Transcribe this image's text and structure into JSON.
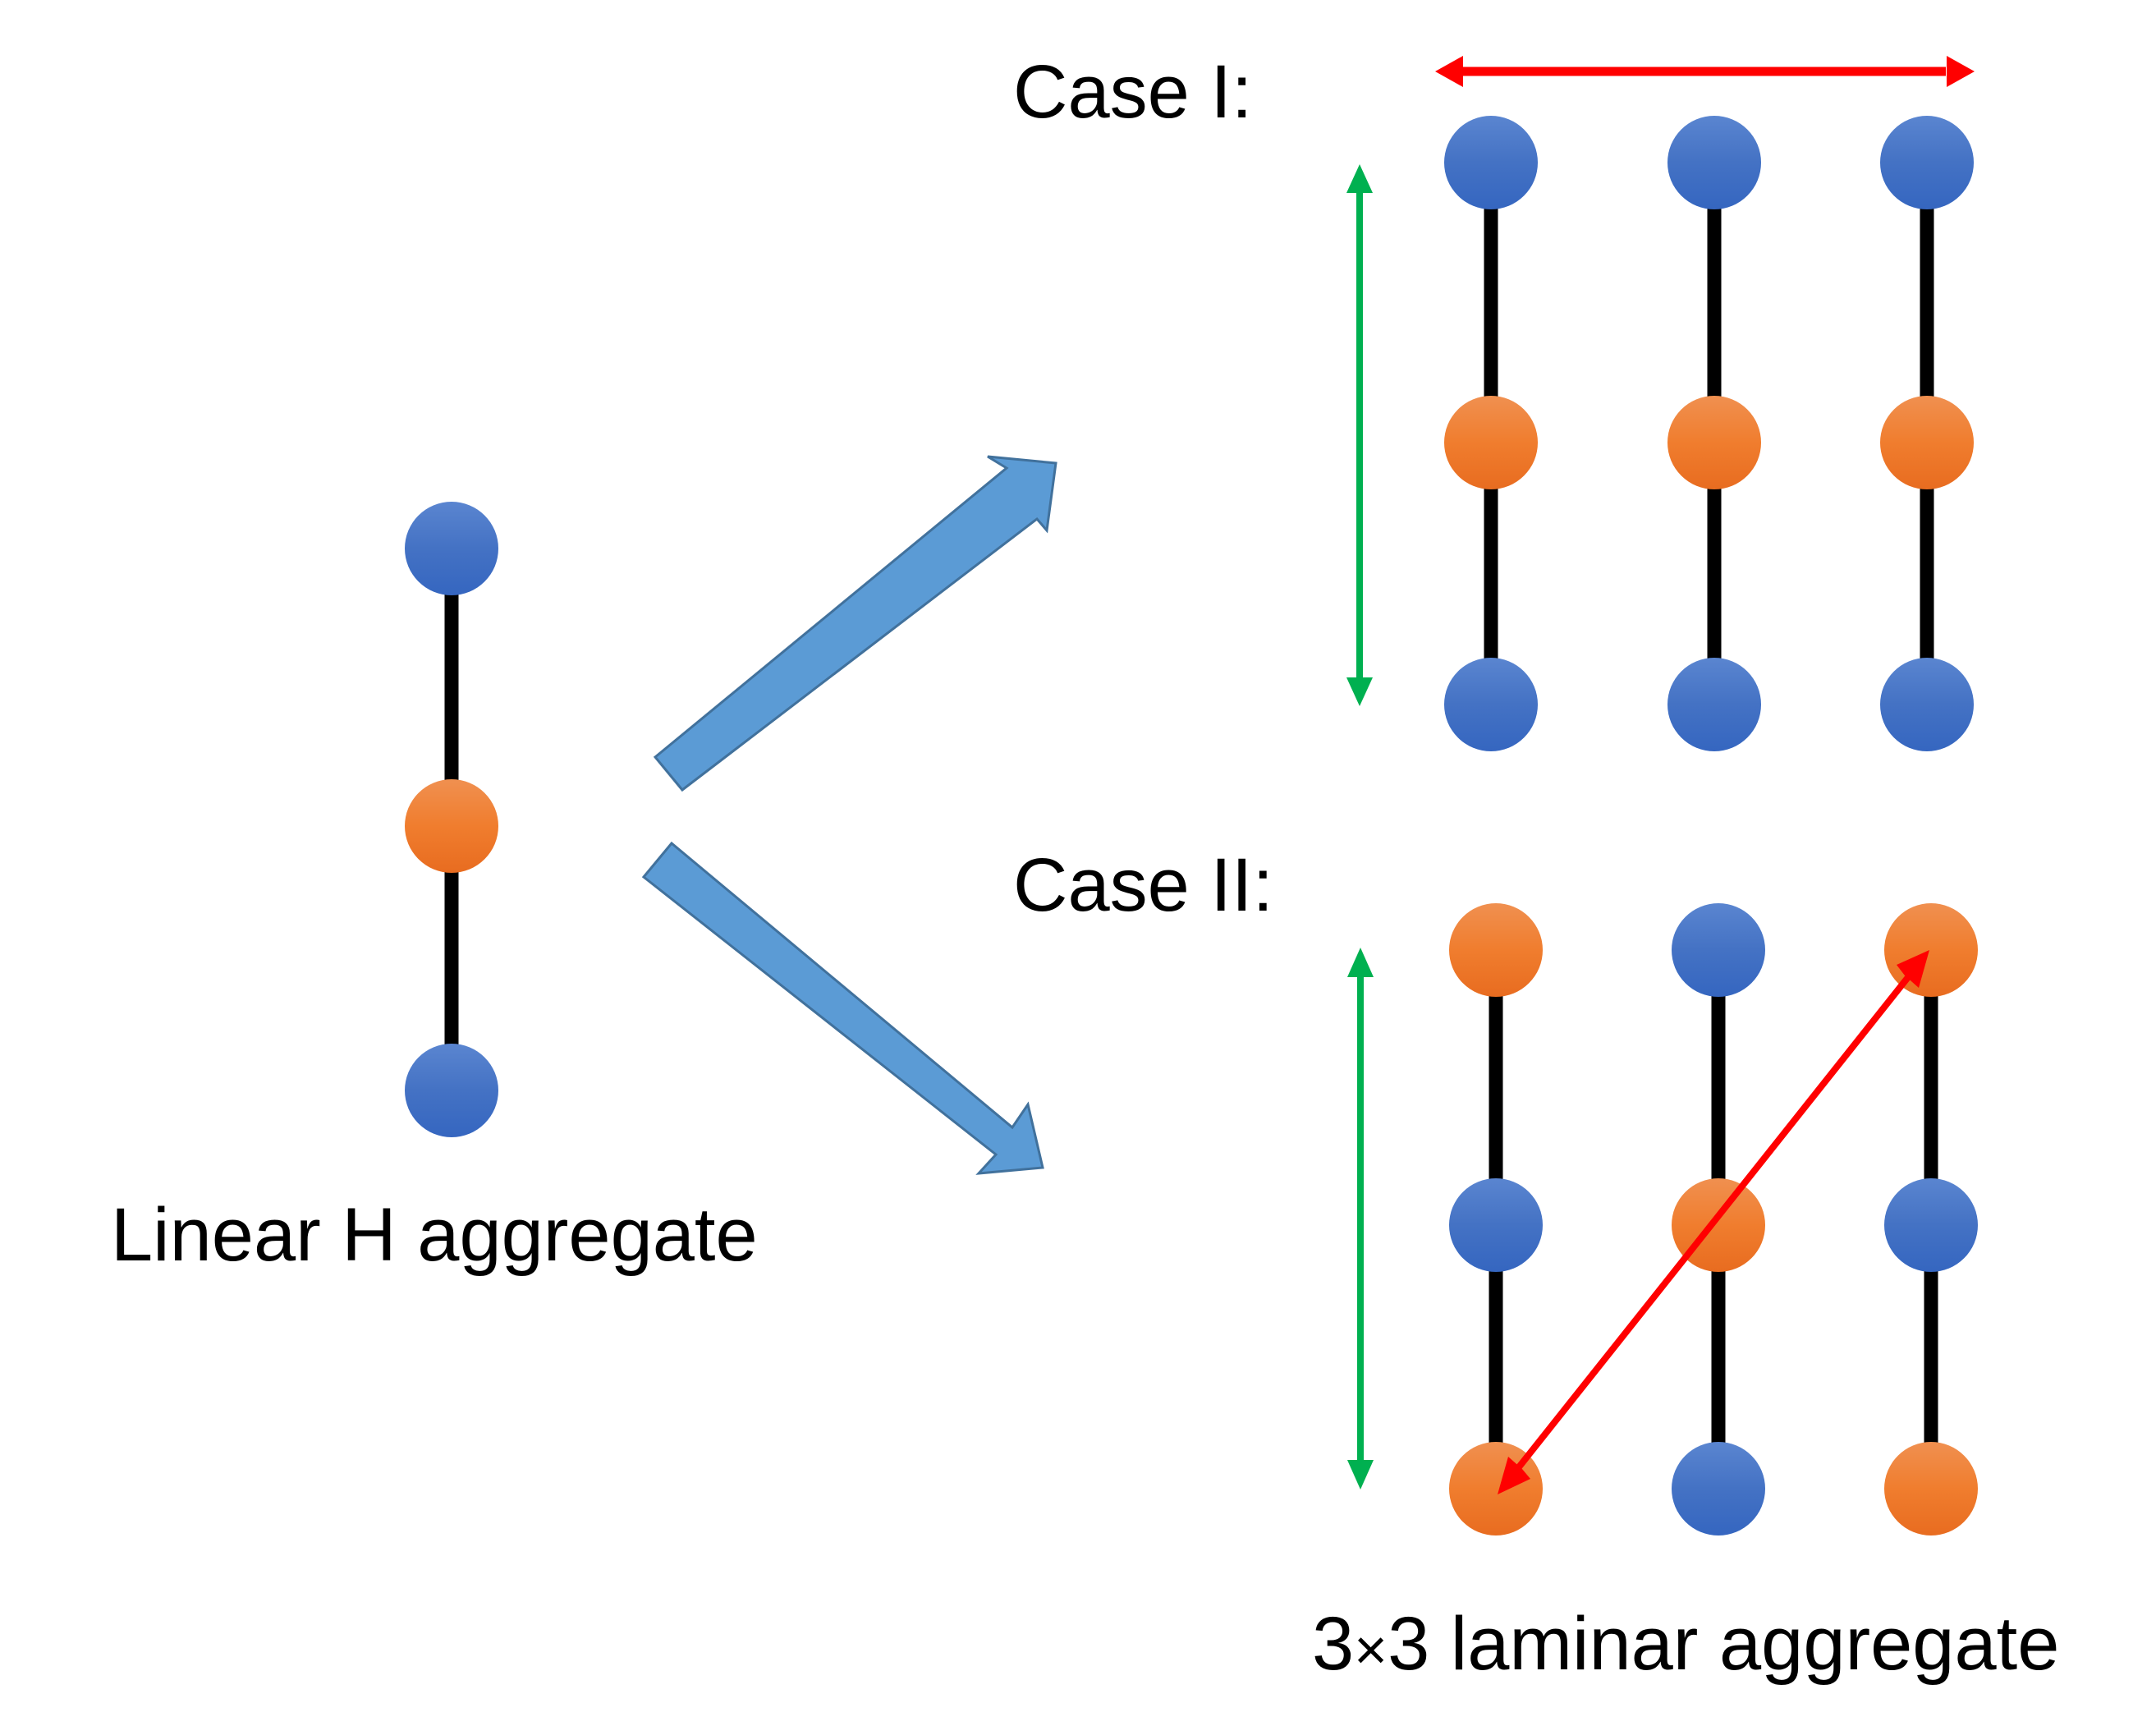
{
  "labels": {
    "case1": "Case I:",
    "case2": "Case II:",
    "linear": "Linear H aggregate",
    "laminar_prefix": "3",
    "laminar_times": "×",
    "laminar_suffix": "3 laminar aggregate"
  },
  "colors": {
    "blue": "#4472c4",
    "blue_light": "#5a85d0",
    "blue_dark": "#3566c0",
    "orange": "#ed7d31",
    "orange_light": "#f09050",
    "orange_dark": "#e86c20",
    "bond": "#000000",
    "big_arrow_fill": "#5b9bd5",
    "big_arrow_stroke": "#41719c",
    "red_arrow": "#ff0000",
    "green_arrow": "#00b050"
  },
  "linear_aggregate": {
    "sites": [
      "blue",
      "orange",
      "blue"
    ]
  },
  "case1": {
    "columns": [
      [
        "blue",
        "orange",
        "blue"
      ],
      [
        "blue",
        "orange",
        "blue"
      ],
      [
        "blue",
        "orange",
        "blue"
      ]
    ]
  },
  "case2": {
    "columns": [
      [
        "orange",
        "blue",
        "orange"
      ],
      [
        "blue",
        "orange",
        "blue"
      ],
      [
        "orange",
        "blue",
        "orange"
      ]
    ]
  }
}
